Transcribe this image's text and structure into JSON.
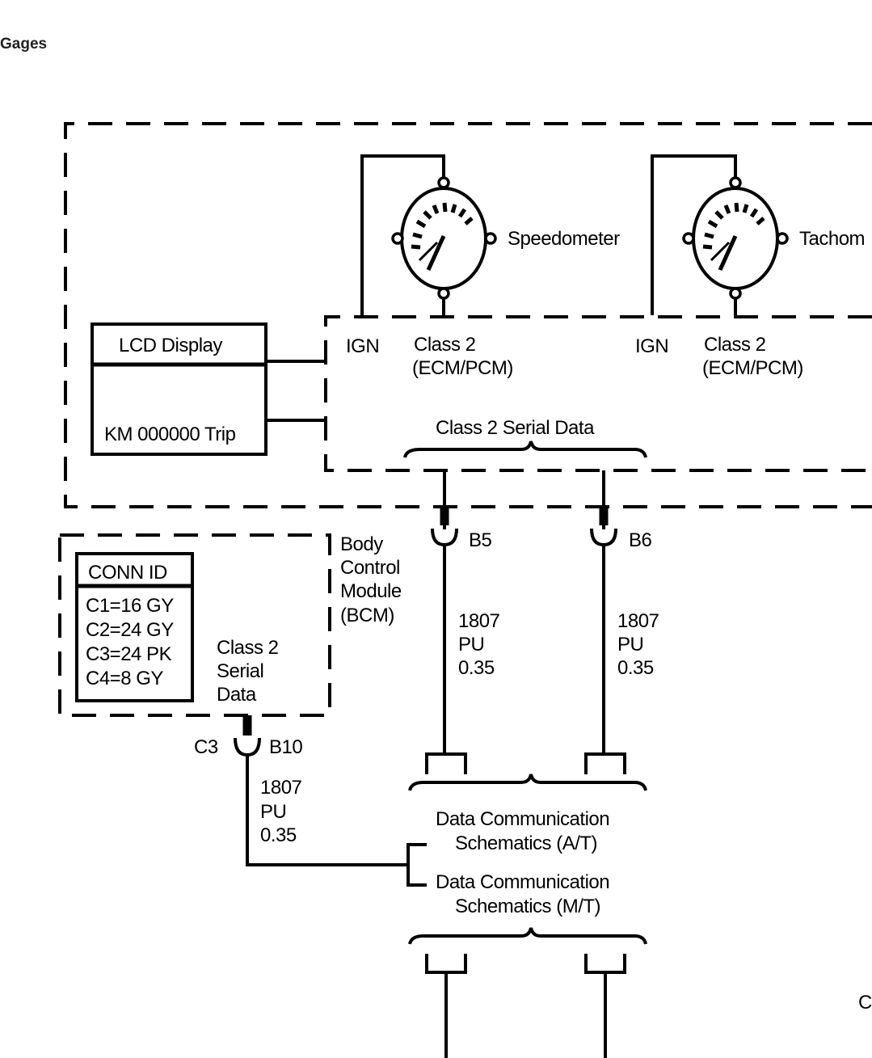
{
  "header": {
    "title": "Gages"
  },
  "gauges": {
    "speedometer_label": "Speedometer",
    "tachometer_label": "Tachom"
  },
  "cluster": {
    "ign_1": "IGN",
    "class2_1_a": "Class 2",
    "class2_1_b": "(ECM/PCM)",
    "ign_2": "IGN",
    "class2_2_a": "Class 2",
    "class2_2_b": "(ECM/PCM)",
    "serial_data": "Class 2 Serial Data"
  },
  "lcd": {
    "title": "LCD Display",
    "readout": "KM 000000 Trip"
  },
  "bcm": {
    "label": [
      "Body",
      "Control",
      "Module",
      "(BCM)"
    ],
    "serial": [
      "Class 2",
      "Serial",
      "Data"
    ],
    "conn_id_title": "CONN ID",
    "conn_ids": [
      "C1=16 GY",
      "C2=24 GY",
      "C3=24 PK",
      "C4=8 GY"
    ],
    "connector": "C3",
    "pin": "B10"
  },
  "wires": {
    "pin_b5": "B5",
    "pin_b6": "B6",
    "wire1": [
      "1807",
      "PU",
      "0.35"
    ],
    "wire2": [
      "1807",
      "PU",
      "0.35"
    ],
    "wire3": [
      "1807",
      "PU",
      "0.35"
    ]
  },
  "references": {
    "at_line1": "Data Communication",
    "at_line2": "Schematics (A/T)",
    "mt_line1": "Data Communication",
    "mt_line2": "Schematics (M/T)"
  },
  "edge_glyph": "C"
}
